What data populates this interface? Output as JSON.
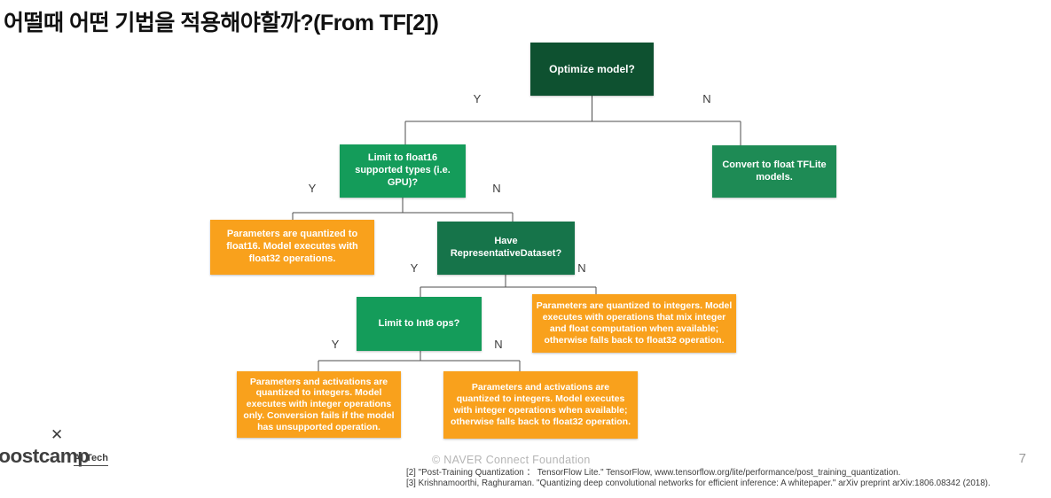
{
  "title": "어떨때 어떤 기법을 적용해야할까?(From TF[2])",
  "colors": {
    "node_dark_green": "#0e5130",
    "node_bright_green": "#149c5a",
    "node_medium_green": "#1e8b55",
    "node_deep_green": "#16744a",
    "node_orange": "#f9a11c",
    "node_text": "#ffffff",
    "connector": "#4d4d4d",
    "title_text": "#111111",
    "copyright_text": "#b5b5b5"
  },
  "flowchart": {
    "yes_label": "Y",
    "no_label": "N",
    "nodes": [
      {
        "id": "optimize-model",
        "type": "decision",
        "label": "Optimize model?",
        "color": "#0e5130"
      },
      {
        "id": "limit-float16",
        "type": "decision",
        "label": "Limit to float16 supported types (i.e. GPU)?",
        "color": "#149c5a"
      },
      {
        "id": "convert-tflite",
        "type": "outcome",
        "label": "Convert to float TFLite models.",
        "color": "#1e8b55"
      },
      {
        "id": "params-float16",
        "type": "outcome",
        "label": "Parameters are quantized to float16. Model executes with float32 operations.",
        "color": "#f9a11c"
      },
      {
        "id": "have-dataset",
        "type": "decision",
        "label": "Have RepresentativeDataset?",
        "color": "#16744a"
      },
      {
        "id": "limit-int8",
        "type": "decision",
        "label": "Limit to Int8 ops?",
        "color": "#149c5a"
      },
      {
        "id": "mix-int-float",
        "type": "outcome",
        "label": "Parameters are quantized to integers. Model executes with operations that mix integer and float computation when available; otherwise falls back to float32 operation.",
        "color": "#f9a11c"
      },
      {
        "id": "int-only",
        "type": "outcome",
        "label": "Parameters and activations are quantized to integers. Model executes with integer operations only. Conversion fails if the model has unsupported operation.",
        "color": "#f9a11c"
      },
      {
        "id": "int-fallback",
        "type": "outcome",
        "label": "Parameters and activations are quantized to integers. Model executes with integer operations when available; otherwise falls back to float32 operation.",
        "color": "#f9a11c"
      }
    ],
    "edges": [
      {
        "from": "optimize-model",
        "to": "limit-float16",
        "label": "Y"
      },
      {
        "from": "optimize-model",
        "to": "convert-tflite",
        "label": "N"
      },
      {
        "from": "limit-float16",
        "to": "params-float16",
        "label": "Y"
      },
      {
        "from": "limit-float16",
        "to": "have-dataset",
        "label": "N"
      },
      {
        "from": "have-dataset",
        "to": "limit-int8",
        "label": "Y"
      },
      {
        "from": "have-dataset",
        "to": "mix-int-float",
        "label": "N"
      },
      {
        "from": "limit-int8",
        "to": "int-only",
        "label": "Y"
      },
      {
        "from": "limit-int8",
        "to": "int-fallback",
        "label": "N"
      }
    ]
  },
  "footer": {
    "copyright": "©  NAVER Connect Foundation",
    "page_number": "7",
    "citations": [
      "[2] \"Post-Training Quantization ： TensorFlow Lite.\" TensorFlow, www.tensorflow.org/lite/performance/post_training_quantization.",
      "[3] Krishnamoorthi, Raghuraman. \"Quantizing deep convolutional networks for efficient inference: A whitepaper.\" arXiv preprint arXiv:1806.08342 (2018)."
    ],
    "logo": {
      "cross": "✕",
      "wordmark": "boostcamp",
      "sub": "AI Tech"
    }
  }
}
